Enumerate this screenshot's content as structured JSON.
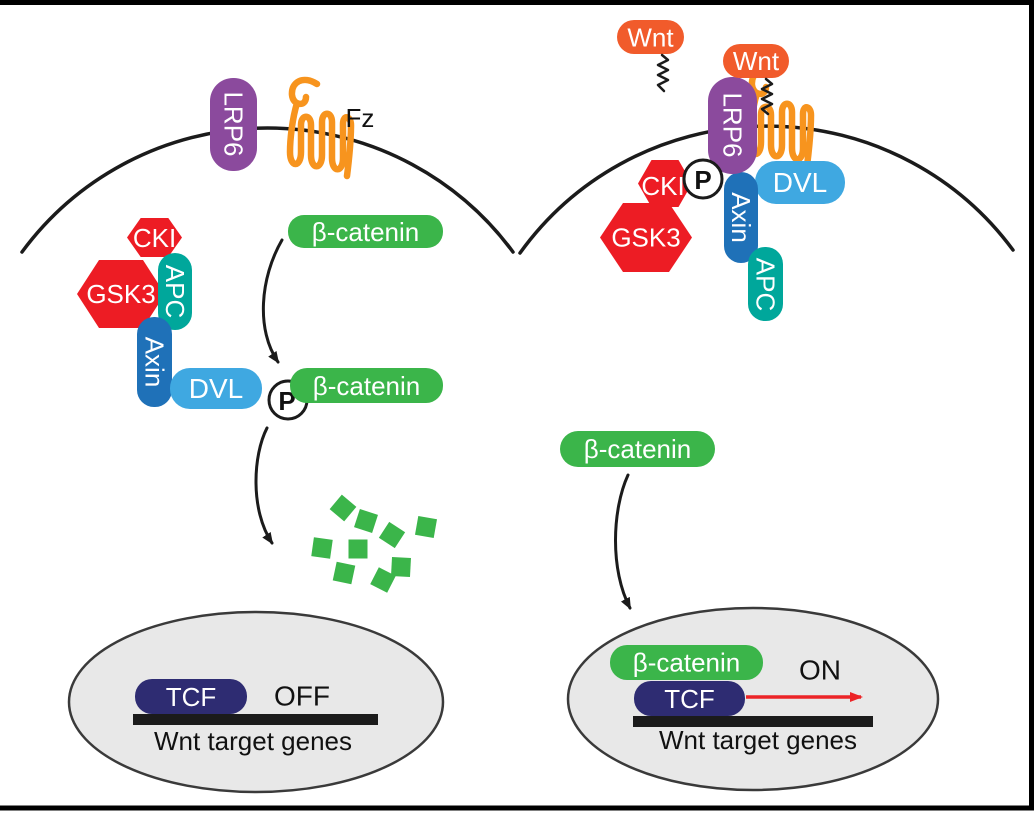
{
  "figure": {
    "description": "Wnt signaling pathway diagram: left cell shows pathway OFF (beta-catenin destruction), right cell shows pathway ON (Wnt bound, beta-catenin enters nucleus)"
  },
  "colors": {
    "membrane": "#1b1b1b",
    "wnt_orange": "#f15b2b",
    "fz_orange": "#f7941e",
    "lrp6_purple": "#8b4a9d",
    "kinase_red": "#ed1c24",
    "apc_teal": "#00a79b",
    "axin_blue": "#1f71b8",
    "dvl_blue": "#3fa8e1",
    "catenin_green": "#3bb54a",
    "tcf_navy": "#2e2c72",
    "nucleus_gray": "#e8e8e8",
    "nucleus_stroke": "#3a3a3a",
    "phospho_white": "#ffffff",
    "transcription_red": "#ec2427",
    "frame_black": "#000000"
  },
  "left_panel": {
    "lrp6": "LRP6",
    "fz": "Fz",
    "cki": "CKI",
    "gsk3": "GSK3",
    "apc": "APC",
    "axin": "Axin",
    "dvl": "DVL",
    "beta_catenin_free": "β-catenin",
    "beta_catenin_phospho": "β-catenin",
    "phospho": "P",
    "nucleus": {
      "tcf": "TCF",
      "state": "OFF",
      "gene_label": "Wnt target genes"
    }
  },
  "right_panel": {
    "wnt_free": "Wnt",
    "wnt_bound": "Wnt",
    "lrp6": "LRP6",
    "cki": "CKI",
    "gsk3": "GSK3",
    "apc": "APC",
    "axin": "Axin",
    "dvl": "DVL",
    "phospho": "P",
    "beta_catenin_free": "β-catenin",
    "nucleus": {
      "beta_catenin": "β-catenin",
      "tcf": "TCF",
      "state": "ON",
      "gene_label": "Wnt target genes"
    }
  }
}
